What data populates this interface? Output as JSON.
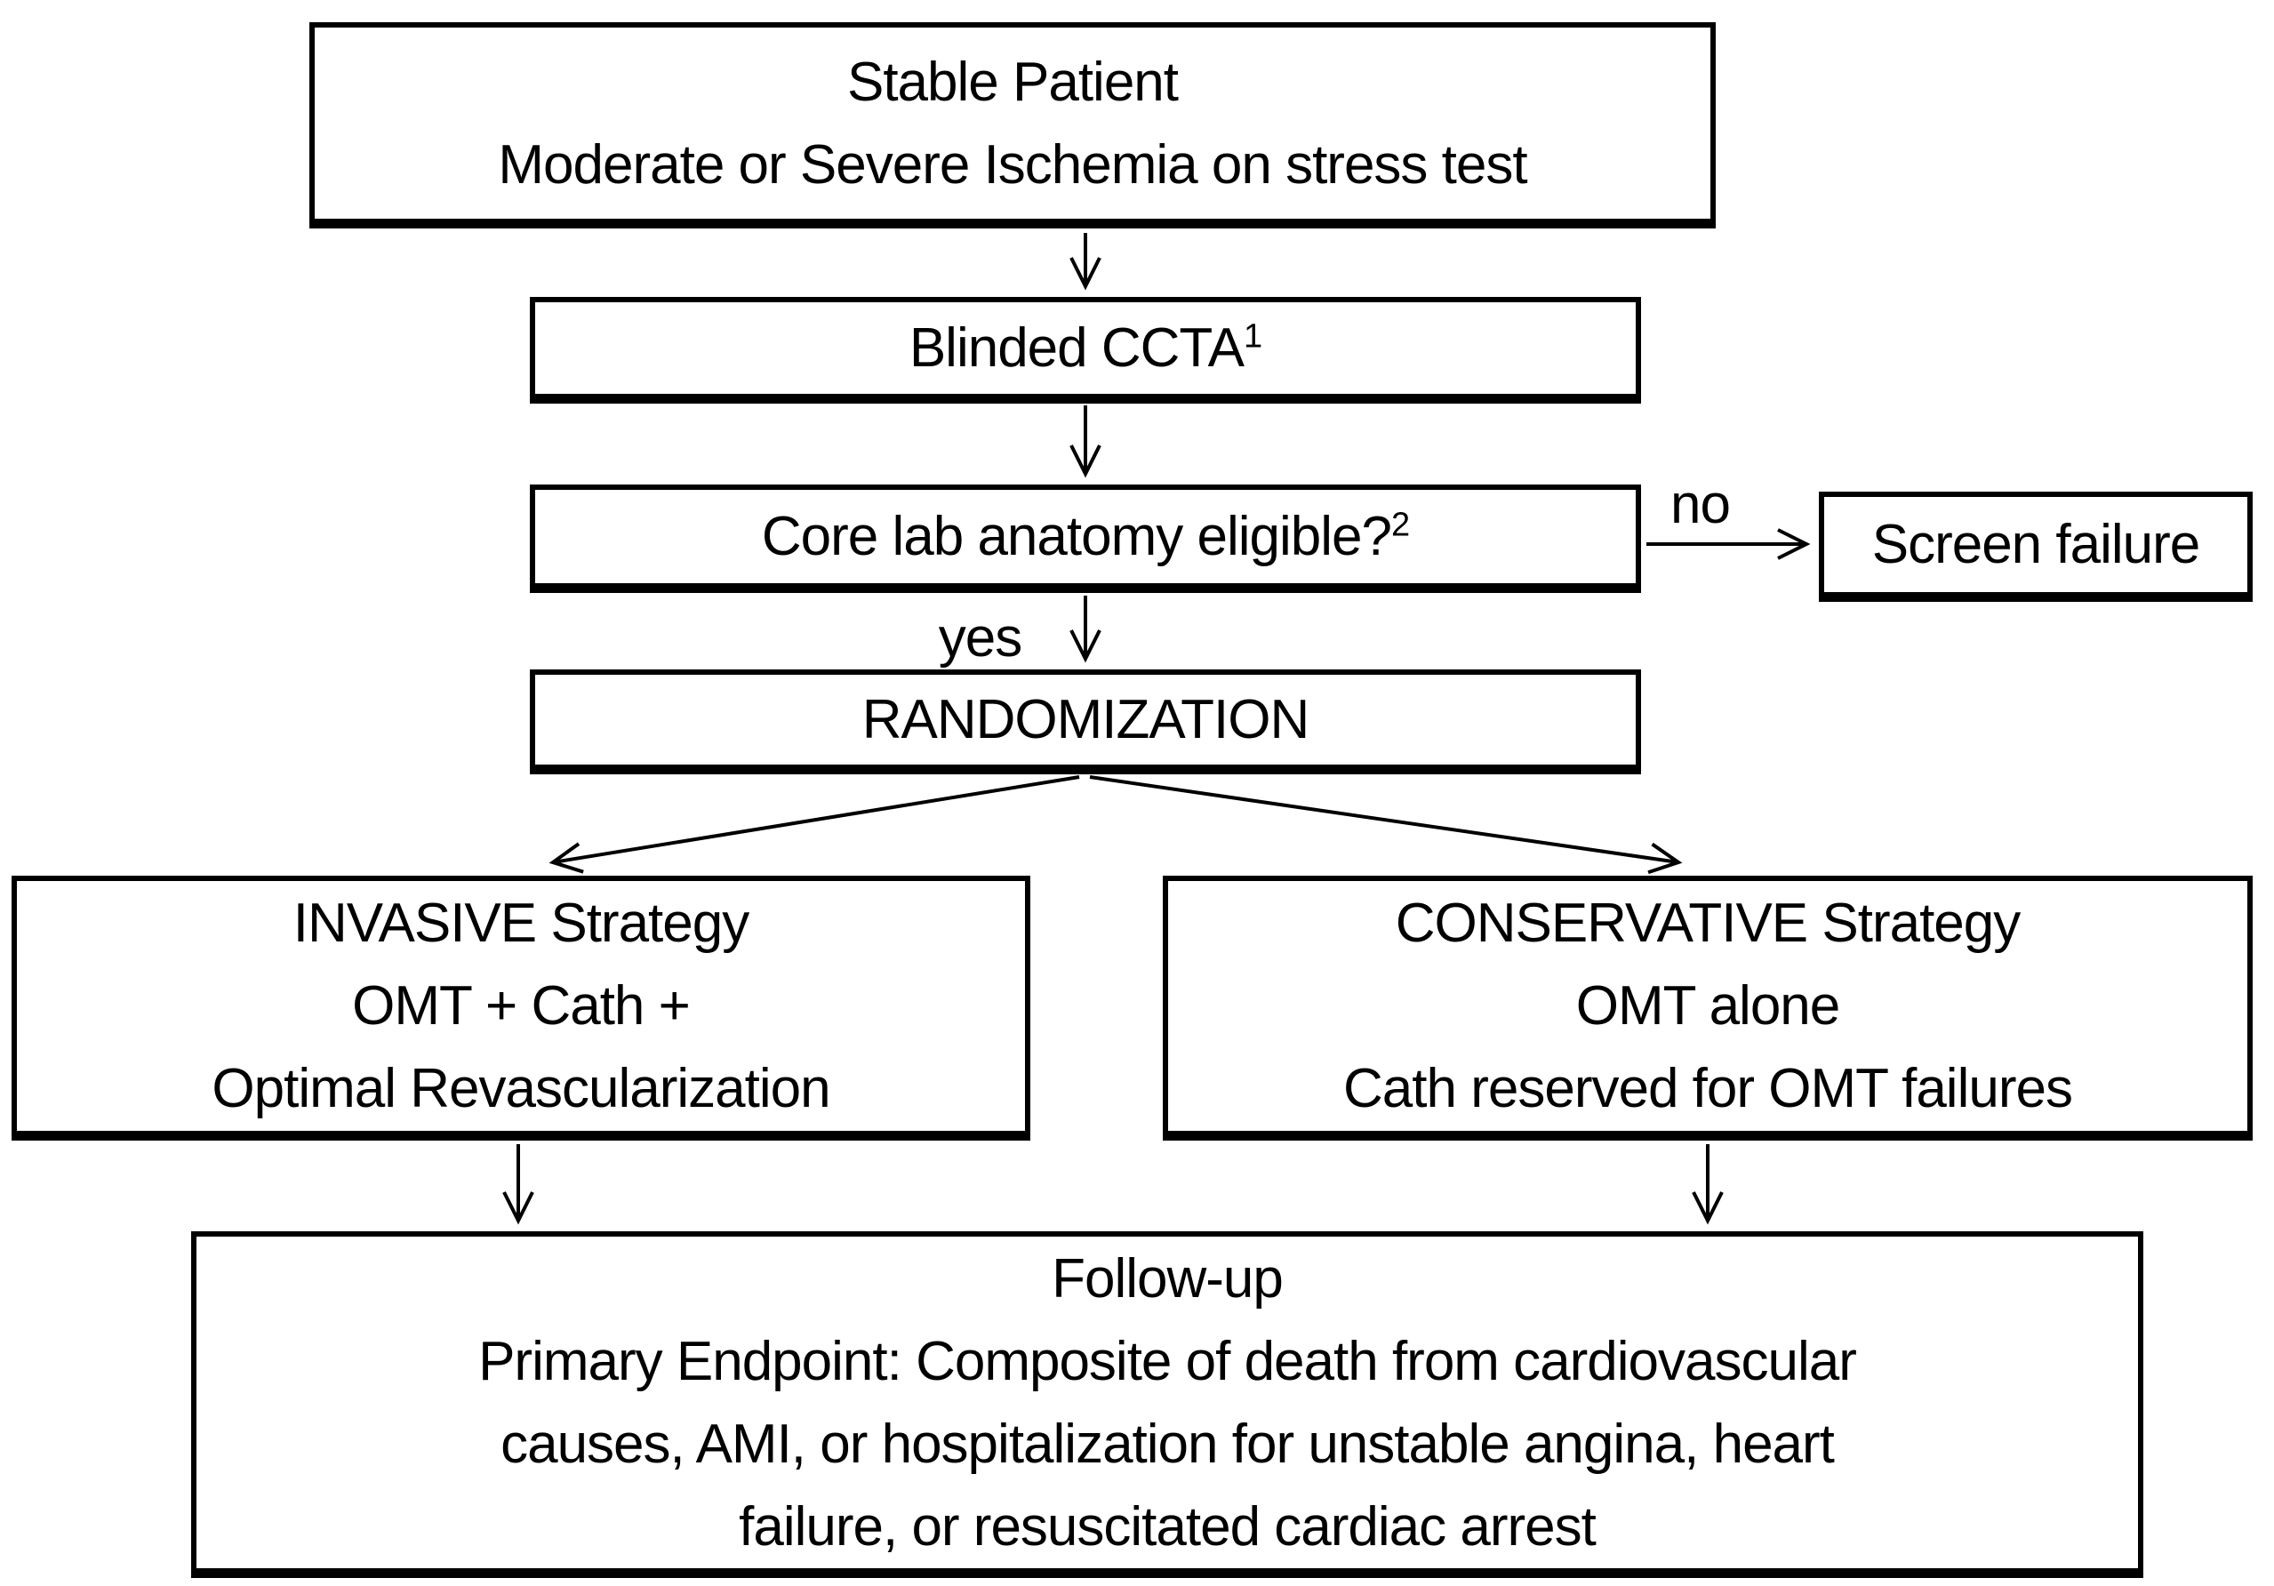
{
  "diagram": {
    "nodes": {
      "stable": {
        "lines": [
          "Stable Patient",
          "Moderate or Severe Ischemia on stress test"
        ]
      },
      "ccta": {
        "text": "Blinded CCTA",
        "superscript": "1"
      },
      "corelab": {
        "text": "Core lab anatomy eligible?",
        "superscript": "2"
      },
      "screen_failure": {
        "text": "Screen failure"
      },
      "randomization": {
        "text": "RANDOMIZATION"
      },
      "invasive": {
        "lines": [
          "INVASIVE Strategy",
          "OMT + Cath +",
          "Optimal Revascularization"
        ]
      },
      "conservative": {
        "lines": [
          "CONSERVATIVE Strategy",
          "OMT alone",
          "Cath reserved for OMT failures"
        ]
      },
      "followup": {
        "lines": [
          "Follow-up",
          "Primary Endpoint: Composite of death from cardiovascular",
          "causes, AMI, or hospitalization for unstable angina, heart",
          "failure, or resuscitated cardiac arrest"
        ]
      }
    },
    "edge_labels": {
      "no": "no",
      "yes": "yes"
    },
    "colors": {
      "background": "#ffffff",
      "line": "#000000",
      "text": "#000000"
    }
  }
}
